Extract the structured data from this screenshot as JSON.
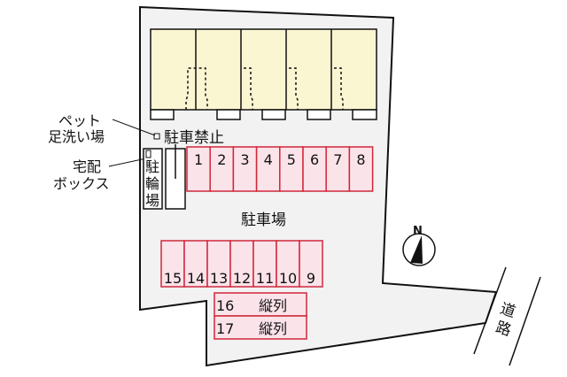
{
  "colors": {
    "lot_fill": "#f2f2f2",
    "outline": "#111111",
    "building_fill": "#fbf6d2",
    "parking_fill": "#fbe3ea",
    "parking_border": "#d0283a"
  },
  "labels": {
    "pet_footwash": [
      "ペット",
      "足洗い場"
    ],
    "no_parking": "駐車禁止",
    "delivery_box": [
      "宅配",
      "ボックス"
    ],
    "bicycle_parking": [
      "駐",
      "輪",
      "場"
    ],
    "parking_lot": "駐車場",
    "road": [
      "道",
      "路"
    ],
    "north": "N"
  },
  "parking_top_row": [
    "1",
    "2",
    "3",
    "4",
    "5",
    "6",
    "7",
    "8"
  ],
  "parking_bottom_row": [
    "15",
    "14",
    "13",
    "12",
    "11",
    "10",
    "9"
  ],
  "parking_tandem": [
    {
      "number": "16",
      "note": "縦列"
    },
    {
      "number": "17",
      "note": "縦列"
    }
  ],
  "building_units": 5
}
